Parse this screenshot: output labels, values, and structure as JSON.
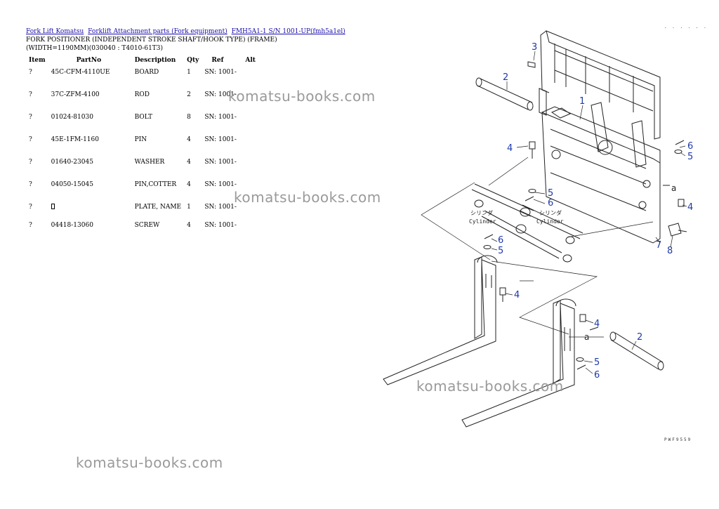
{
  "breadcrumb": {
    "link1": "Fork Lift Komatsu",
    "link2": "Forklift Attachment parts (Fork equipment)",
    "link3": "FMH5A1-1 S/N 1001-UP(fmh5a1el)"
  },
  "title": {
    "line1": "FORK POSITIONER (INDEPENDENT STROKE SHAFT/HOOK TYPE) (FRAME)",
    "line2": "(WIDTH=1190MM)(030040 : T4010-61T3)"
  },
  "table": {
    "headers": [
      "Item",
      "PartNo",
      "Description",
      "Qty",
      "Ref",
      "Alt"
    ],
    "rows": [
      {
        "item": "?",
        "part": "45C-CFM-4110UE",
        "desc": "BOARD",
        "qty": "1",
        "ref": "SN: 1001-"
      },
      {
        "item": "?",
        "part": "37C-ZFM-4100",
        "desc": "ROD",
        "qty": "2",
        "ref": "SN: 1001-"
      },
      {
        "item": "?",
        "part": "01024-81030",
        "desc": "BOLT",
        "qty": "8",
        "ref": "SN: 1001-"
      },
      {
        "item": "?",
        "part": "45E-1FM-1160",
        "desc": "PIN",
        "qty": "4",
        "ref": "SN: 1001-"
      },
      {
        "item": "?",
        "part": "01640-23045",
        "desc": "WASHER",
        "qty": "4",
        "ref": "SN: 1001-"
      },
      {
        "item": "?",
        "part": "04050-15045",
        "desc": "PIN,COTTER",
        "qty": "4",
        "ref": "SN: 1001-"
      },
      {
        "item": "?",
        "part": "",
        "desc": "PLATE, NAME",
        "qty": "1",
        "ref": "SN: 1001-"
      },
      {
        "item": "?",
        "part": "04418-13060",
        "desc": "SCREW",
        "qty": "4",
        "ref": "SN: 1001-"
      }
    ]
  },
  "watermark": "komatsu-books.com",
  "diagram": {
    "callouts": [
      "1",
      "2",
      "3",
      "4",
      "5",
      "6",
      "7",
      "8"
    ],
    "marker_a": "a",
    "cylinder_label": "Cylinder",
    "cylinder_jp": "シリンダ",
    "drawing_code": "PWF9559",
    "corner_code": ". . . . . ."
  },
  "colors": {
    "link": "#1a0dab",
    "callout": "#1d3aa8",
    "watermark": "#9a9a9a"
  }
}
